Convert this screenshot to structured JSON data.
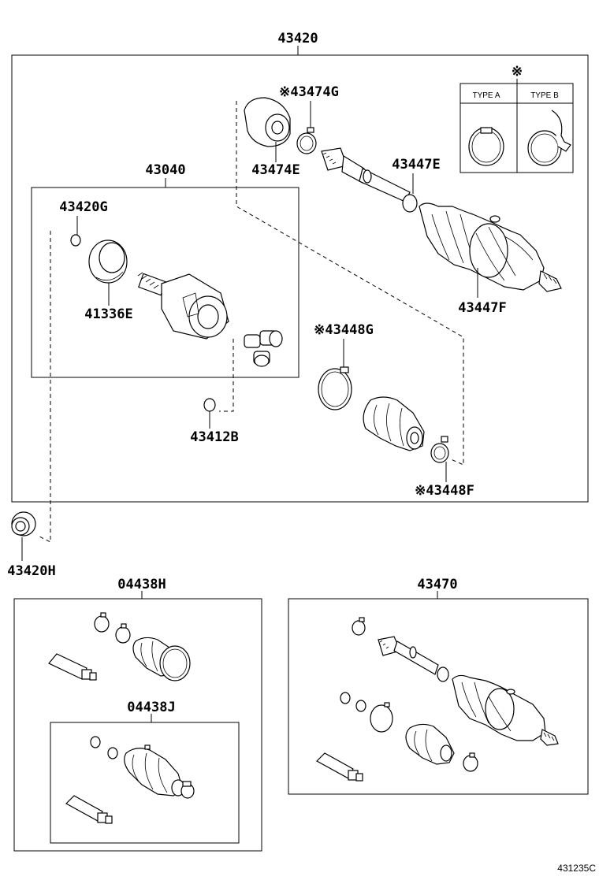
{
  "labels": {
    "assembly": "43420",
    "inboard_joint": "43040",
    "snap_ring_g": "43420G",
    "bearing_ring": "41336E",
    "snap_ring_b": "43412B",
    "dust_seal": "43420H",
    "damper": "43474E",
    "damper_clamp": "※43474G",
    "outboard_joint": "43447E",
    "outboard_boot": "43447F",
    "boot_clamp_g": "※43448G",
    "boot_clamp_f": "※43448F",
    "boot_kit_h": "04438H",
    "boot_kit_j": "04438J",
    "shaft_assembly": "43470",
    "type_a": "TYPE A",
    "type_b": "TYPE B",
    "type_mark": "※",
    "diagram_ref": "431235C"
  }
}
